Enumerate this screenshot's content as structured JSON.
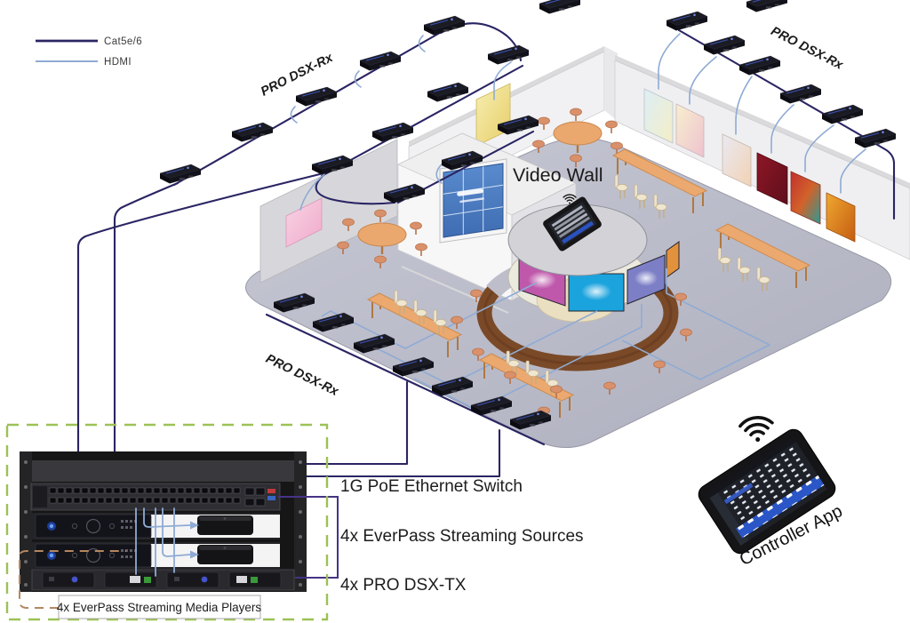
{
  "legend": {
    "items": [
      {
        "label": "Cat5e/6",
        "color": "#2a2563"
      },
      {
        "label": "HDMI",
        "color": "#8fabd4"
      }
    ]
  },
  "labels": {
    "rx_top_left": "PRO DSX-Rx",
    "rx_top_right": "PRO DSX-Rx",
    "rx_bottom_left": "PRO DSX-Rx",
    "video_wall": "Video Wall",
    "switch": "1G PoE Ethernet Switch",
    "sources": "4x EverPass Streaming Sources",
    "tx": "4x PRO DSX-TX",
    "media_players": "4x EverPass Streaming Media Players",
    "controller": "Controller App"
  },
  "icons": {
    "wireless": "wifi-icon"
  },
  "colors": {
    "cat5e_cable": "#2a2563",
    "hdmi_cable": "#8fabd4",
    "floor": "#b9bac7",
    "rack_border_green": "#9cc255",
    "media_player_callout_tan": "#b5875f"
  }
}
